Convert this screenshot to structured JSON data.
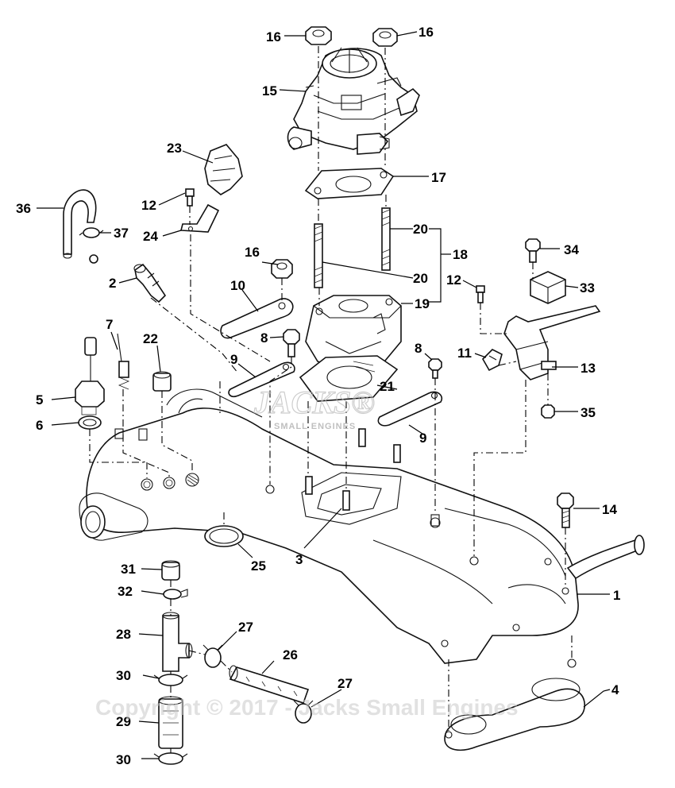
{
  "callouts": {
    "c1": "1",
    "c2": "2",
    "c3": "3",
    "c4": "4",
    "c5": "5",
    "c6": "6",
    "c7": "7",
    "c8a": "8",
    "c8b": "8",
    "c9a": "9",
    "c9b": "9",
    "c10": "10",
    "c11": "11",
    "c12a": "12",
    "c12b": "12",
    "c13": "13",
    "c14": "14",
    "c15": "15",
    "c16a": "16",
    "c16b": "16",
    "c16c": "16",
    "c17": "17",
    "c18": "18",
    "c19": "19",
    "c20a": "20",
    "c20b": "20",
    "c21": "21",
    "c22": "22",
    "c23": "23",
    "c24": "24",
    "c25": "25",
    "c26": "26",
    "c27a": "27",
    "c27b": "27",
    "c28": "28",
    "c29": "29",
    "c30a": "30",
    "c30b": "30",
    "c31": "31",
    "c32": "32",
    "c33": "33",
    "c34": "34",
    "c35": "35",
    "c36": "36",
    "c37": "37"
  },
  "watermark": {
    "copyright": "Copyright © 2017 - Jacks Small Engines",
    "logo": "JACKS®",
    "logo_sub": "SMALL ENGINES"
  }
}
